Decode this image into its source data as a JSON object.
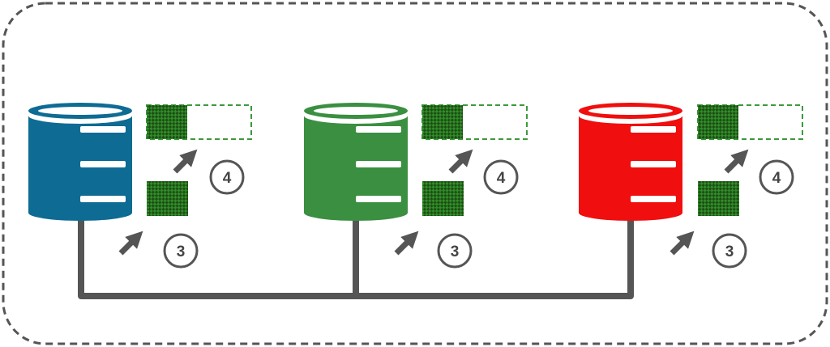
{
  "colors": {
    "frame": "#555555",
    "connector": "#555555",
    "arrow": "#555555",
    "badge_stroke": "#555555",
    "badge_text": "#444444",
    "chunk_fill": "#1f4d14",
    "chunk_pattern": "#2f8f2a",
    "slot_border": "#3a9a3a"
  },
  "nodes": [
    {
      "id": "db-blue",
      "color": "#0e6b94",
      "icon": "database-icon",
      "steps": {
        "chunk": "3",
        "slot": "4"
      }
    },
    {
      "id": "db-green",
      "color": "#3a8f41",
      "icon": "database-icon",
      "steps": {
        "chunk": "3",
        "slot": "4"
      }
    },
    {
      "id": "db-red",
      "color": "#f00e0e",
      "icon": "database-icon",
      "steps": {
        "chunk": "3",
        "slot": "4"
      }
    }
  ]
}
